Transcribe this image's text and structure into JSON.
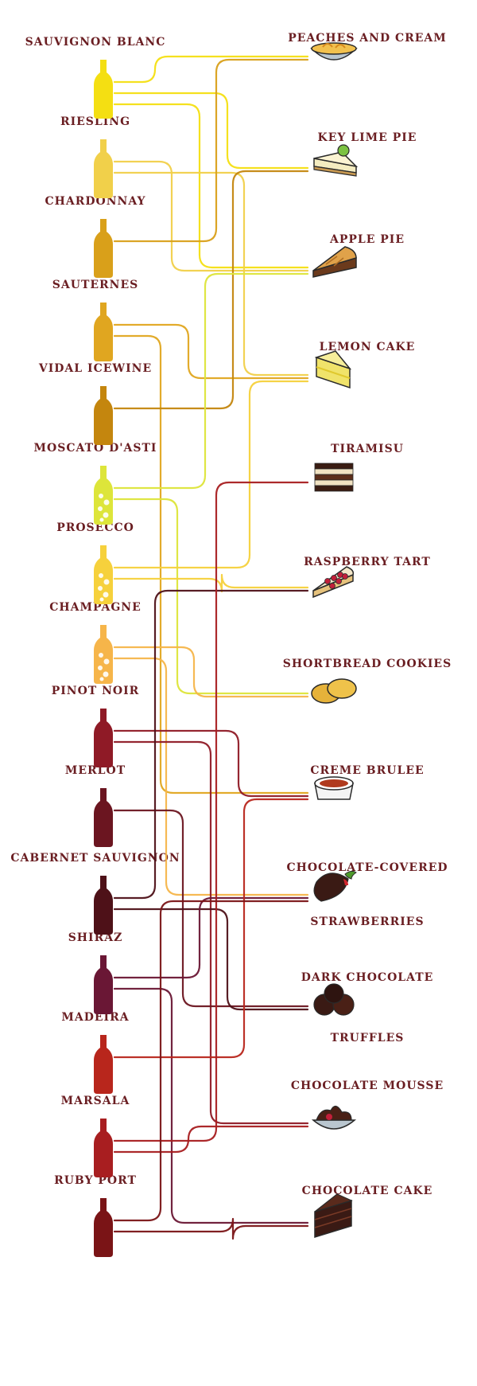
{
  "colors": {
    "label": "#6a1e22",
    "icon_outline": "#2a2a2a"
  },
  "wines": [
    {
      "id": "sauvignon-blanc",
      "label": "SAUVIGNON BLANC",
      "color": "#f4df12"
    },
    {
      "id": "riesling",
      "label": "RIESLING",
      "color": "#f1d04a"
    },
    {
      "id": "chardonnay",
      "label": "CHARDONNAY",
      "color": "#d9a01a"
    },
    {
      "id": "sauternes",
      "label": "SAUTERNES",
      "color": "#e0a620"
    },
    {
      "id": "vidal-icewine",
      "label": "VIDAL ICEWINE",
      "color": "#c4860e"
    },
    {
      "id": "moscato-d-asti",
      "label": "MOSCATO D'ASTI",
      "color": "#dde53a"
    },
    {
      "id": "prosecco",
      "label": "PROSECCO",
      "color": "#f6d13c"
    },
    {
      "id": "champagne",
      "label": "CHAMPAGNE",
      "color": "#f6b54a"
    },
    {
      "id": "pinot-noir",
      "label": "PINOT NOIR",
      "color": "#8f1a26"
    },
    {
      "id": "merlot",
      "label": "MERLOT",
      "color": "#6b1520"
    },
    {
      "id": "cabernet-sauvignon",
      "label": "CABERNET SAUVIGNON",
      "color": "#4e1118"
    },
    {
      "id": "shiraz",
      "label": "SHIRAZ",
      "color": "#6a1735"
    },
    {
      "id": "madeira",
      "label": "MADEIRA",
      "color": "#b8261c"
    },
    {
      "id": "marsala",
      "label": "MARSALA",
      "color": "#a81e20"
    },
    {
      "id": "ruby-port",
      "label": "RUBY PORT",
      "color": "#7a1416"
    }
  ],
  "desserts": [
    {
      "id": "peaches-and-cream",
      "label": "PEACHES AND CREAM"
    },
    {
      "id": "key-lime-pie",
      "label": "KEY LIME PIE"
    },
    {
      "id": "apple-pie",
      "label": "APPLE PIE"
    },
    {
      "id": "lemon-cake",
      "label": "LEMON CAKE"
    },
    {
      "id": "tiramisu",
      "label": "TIRAMISU"
    },
    {
      "id": "raspberry-tart",
      "label": "RASPBERRY TART"
    },
    {
      "id": "shortbread-cookies",
      "label": "SHORTBREAD COOKIES"
    },
    {
      "id": "creme-brulee",
      "label": "CREME BRULEE"
    },
    {
      "id": "chocolate-covered-strawberries",
      "label": "CHOCOLATE-COVERED",
      "label2": "STRAWBERRIES"
    },
    {
      "id": "dark-chocolate-truffles",
      "label": "DARK CHOCOLATE",
      "label2": "TRUFFLES"
    },
    {
      "id": "chocolate-mousse",
      "label": "CHOCOLATE MOUSSE"
    },
    {
      "id": "chocolate-cake",
      "label": "CHOCOLATE CAKE"
    }
  ],
  "pairings": [
    {
      "wine": "sauvignon-blanc",
      "dessert": "peaches-and-cream"
    },
    {
      "wine": "sauvignon-blanc",
      "dessert": "key-lime-pie"
    },
    {
      "wine": "sauvignon-blanc",
      "dessert": "apple-pie"
    },
    {
      "wine": "riesling",
      "dessert": "apple-pie"
    },
    {
      "wine": "riesling",
      "dessert": "lemon-cake"
    },
    {
      "wine": "chardonnay",
      "dessert": "peaches-and-cream"
    },
    {
      "wine": "sauternes",
      "dessert": "lemon-cake"
    },
    {
      "wine": "sauternes",
      "dessert": "creme-brulee"
    },
    {
      "wine": "vidal-icewine",
      "dessert": "key-lime-pie"
    },
    {
      "wine": "moscato-d-asti",
      "dessert": "apple-pie"
    },
    {
      "wine": "moscato-d-asti",
      "dessert": "shortbread-cookies"
    },
    {
      "wine": "prosecco",
      "dessert": "lemon-cake"
    },
    {
      "wine": "prosecco",
      "dessert": "raspberry-tart"
    },
    {
      "wine": "champagne",
      "dessert": "shortbread-cookies"
    },
    {
      "wine": "champagne",
      "dessert": "chocolate-covered-strawberries"
    },
    {
      "wine": "pinot-noir",
      "dessert": "creme-brulee"
    },
    {
      "wine": "pinot-noir",
      "dessert": "chocolate-mousse"
    },
    {
      "wine": "merlot",
      "dessert": "dark-chocolate-truffles"
    },
    {
      "wine": "cabernet-sauvignon",
      "dessert": "raspberry-tart"
    },
    {
      "wine": "cabernet-sauvignon",
      "dessert": "dark-chocolate-truffles"
    },
    {
      "wine": "shiraz",
      "dessert": "chocolate-covered-strawberries"
    },
    {
      "wine": "shiraz",
      "dessert": "chocolate-cake"
    },
    {
      "wine": "madeira",
      "dessert": "creme-brulee"
    },
    {
      "wine": "marsala",
      "dessert": "tiramisu"
    },
    {
      "wine": "marsala",
      "dessert": "chocolate-mousse"
    },
    {
      "wine": "ruby-port",
      "dessert": "chocolate-covered-strawberries"
    },
    {
      "wine": "ruby-port",
      "dessert": "chocolate-cake"
    }
  ]
}
